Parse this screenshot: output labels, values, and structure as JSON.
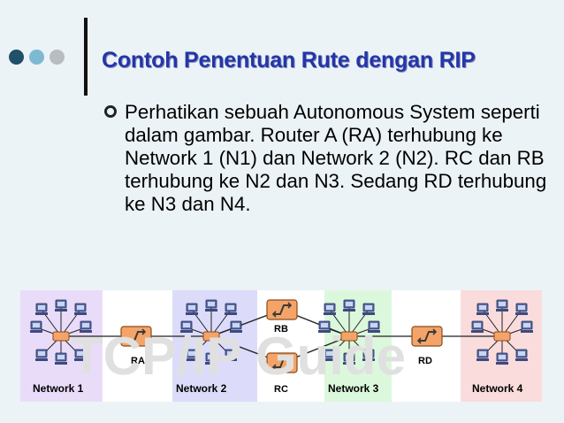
{
  "slide": {
    "title": "Contoh Penentuan Rute dengan RIP",
    "bullet": "Perhatikan sebuah Autonomous System seperti dalam gambar. Router A (RA) terhubung ke Network 1 (N1) dan Network 2 (N2). RC dan RB terhubung ke N2 dan N3. Sedang RD terhubung ke N3 dan N4."
  },
  "colors": {
    "title": "#2337a7",
    "dot1": "#20506a",
    "dot2": "#7eb9d4",
    "dot3": "#b9bcc0",
    "net1_bg": "#e9dcf9",
    "net2_bg": "#dcdcfa",
    "net3_bg": "#dcf8dc",
    "net4_bg": "#fadcdc",
    "router": "#f4a468"
  },
  "diagram": {
    "networks": [
      {
        "label": "Network 1"
      },
      {
        "label": "Network 2"
      },
      {
        "label": "Network 3"
      },
      {
        "label": "Network 4"
      }
    ],
    "routers": [
      {
        "label": "RA"
      },
      {
        "label": "RB"
      },
      {
        "label": "RC"
      },
      {
        "label": "RD"
      }
    ],
    "watermark": "TCP/IP Guide"
  }
}
